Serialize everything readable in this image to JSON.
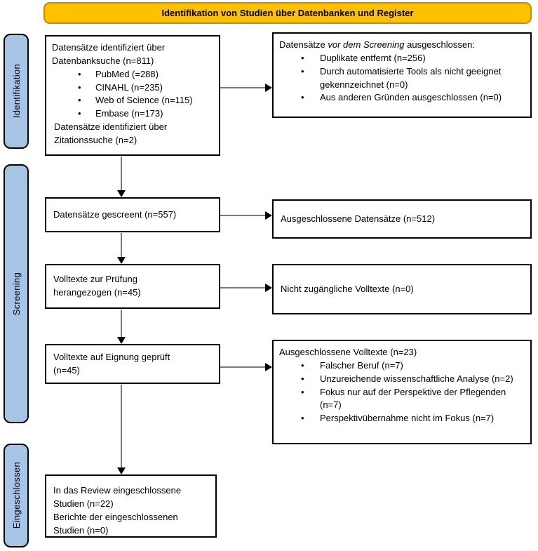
{
  "banner": {
    "title": "Identifikation von Studien über Datenbanken und Register"
  },
  "stages": {
    "identification": "Identifikation",
    "screening": "Screening",
    "included": "Eingeschlossen"
  },
  "colors": {
    "banner_fill": "#FFC000",
    "banner_border": "#BF9000",
    "stage_fill": "#A7C4E4",
    "box_border": "#000000",
    "arrow_line": "#7A7A7A",
    "arrow_head": "#000000"
  },
  "boxes": {
    "records_identified": {
      "intro": "Datensätze identifiziert über\nDatenbanksuche (n=811)",
      "bullets": [
        "PubMed (=288)",
        "CINAHL (n=235)",
        "Web of Science (n=115)",
        "Embase (n=173)"
      ],
      "footer": "Datensätze identifiziert über\nZitationssuche (n=2)"
    },
    "excluded_before_screening": {
      "title_prefix": "Datensätze ",
      "title_italic": "vor dem Screening",
      "title_suffix": " ausgeschlossen:",
      "bullets": [
        "Duplikate entfernt (n=256)",
        "Durch automatisierte Tools als nicht geeignet gekennzeichnet (n=0)",
        "Aus anderen Gründen ausgeschlossen (n=0)"
      ]
    },
    "records_screened": {
      "text": "Datensätze gescreent (n=557)"
    },
    "records_excluded": {
      "text": "Ausgeschlossene Datensätze (n=512)"
    },
    "fulltext_retrieved": {
      "text": "Volltexte zur Prüfung\nherangezogen (n=45)"
    },
    "fulltext_not_accessible": {
      "text": "Nicht zugängliche Volltexte (n=0)"
    },
    "fulltext_assessed": {
      "text": "Volltexte auf Eignung geprüft\n(n=45)"
    },
    "fulltext_excluded": {
      "title": "Ausgeschlossene Volltexte (n=23)",
      "bullets": [
        "Falscher Beruf (n=7)",
        "Unzureichende wissenschaftliche Analyse (n=2)",
        "Fokus nur auf der Perspektive der Pflegenden (n=7)",
        "Perspektivübernahme nicht im Fokus (n=7)"
      ]
    },
    "included_studies": {
      "text": "In das Review eingeschlossene\nStudien (n=22)\nBerichte der eingeschlossenen\nStudien (n=0)"
    }
  }
}
